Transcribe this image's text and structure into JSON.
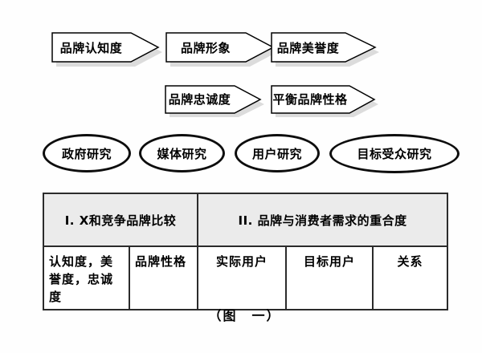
{
  "figure": {
    "caption": "（图　一）"
  },
  "flow": {
    "row1": [
      {
        "label": "品牌认知度"
      },
      {
        "label": "品牌形象"
      },
      {
        "label": "品牌美誉度"
      }
    ],
    "row2": [
      {
        "label": "品牌忠诚度"
      },
      {
        "label": "平衡品牌性格"
      }
    ]
  },
  "research": [
    {
      "label": "政府研究"
    },
    {
      "label": "媒体研究"
    },
    {
      "label": "用户研究"
    },
    {
      "label": "目标受众研究"
    }
  ],
  "table": {
    "header_cells": [
      {
        "label": "I.  X和竞争品牌比较"
      },
      {
        "label": "II.  品牌与消费者需求的重合度"
      }
    ],
    "body_cells": [
      {
        "label": "认知度，美誉度，忠诚度"
      },
      {
        "label": "品牌性格"
      },
      {
        "label": "实际用户"
      },
      {
        "label": "目标用户"
      },
      {
        "label": "关系"
      }
    ]
  },
  "colors": {
    "header_fill": "#ebebeb",
    "shape_shadow": "#dcdcdc",
    "table_border": "#2b2b2b",
    "shape_border": "#000000"
  }
}
